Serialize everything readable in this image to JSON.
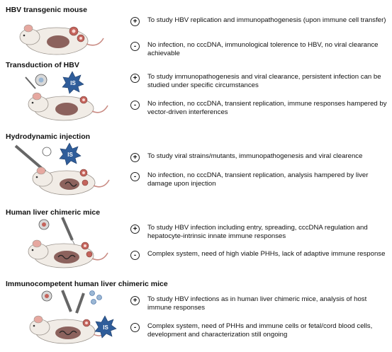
{
  "sections": [
    {
      "title": "HBV transgenic mouse",
      "pro": "To study HBV replication and immunopathogenesis (upon immune cell transfer)",
      "con": "No infection, no cccDNA, immunological tolerence to HBV, no viral clearance achievable"
    },
    {
      "title": "Transduction of HBV",
      "pro": "To study immunopathogenesis and viral clearance, persistent infection can be studied under specific circumstances",
      "con": "No infection, no cccDNA, transient replication, immune responses hampered by vector-driven interferences"
    },
    {
      "title": "Hydrodynamic injection",
      "pro": "To study viral strains/mutants, immunopathogenesis and viral clearence",
      "con": "No infection, no cccDNA, transient replication, analysis hampered by liver damage upon injection"
    },
    {
      "title": "Human liver chimeric mice",
      "pro": "To study HBV infection including entry, spreading, cccDNA regulation and hepatocyte-intrinsic innate immune responses",
      "con": "Complex system, need of high viable PHHs, lack of adaptive immune response"
    },
    {
      "title": "Immunocompetent human liver chimeric mice",
      "pro": "To study HBV infections as in human liver chimeric mice, analysis of host immune responses",
      "con": "Complex system, need of PHHs and immune cells or fetal/cord blood cells, development and characterization still ongoing"
    }
  ],
  "symbols": {
    "pro": "+",
    "con": "-"
  },
  "badge_label": "IS",
  "colors": {
    "mouse_body": "#f1ece6",
    "mouse_ear": "#e6a8a0",
    "liver": "#7a4a44",
    "virus": "#c4645c",
    "is_badge": "#2f5d9a"
  }
}
